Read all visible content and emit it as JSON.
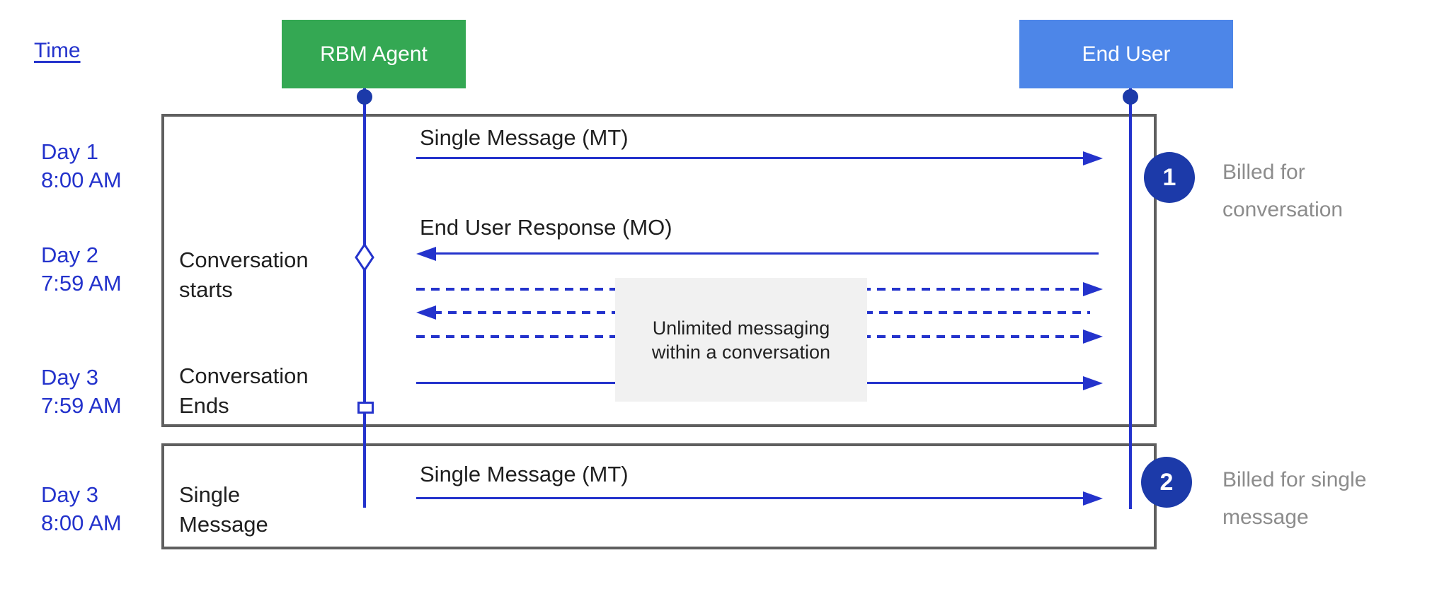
{
  "diagram": {
    "time_axis_label": "Time",
    "actors": [
      {
        "id": "rbm-agent",
        "label": "RBM Agent",
        "color": "#34a853"
      },
      {
        "id": "end-user",
        "label": "End User",
        "color": "#4d86e8"
      }
    ],
    "timeline": [
      {
        "day": "Day 1",
        "time": "8:00 AM"
      },
      {
        "day": "Day 2",
        "time": "7:59 AM"
      },
      {
        "day": "Day 3",
        "time": "7:59 AM"
      },
      {
        "day": "Day 3",
        "time": "8:00 AM"
      }
    ],
    "lifeline_labels": {
      "conversation_starts": {
        "line1": "Conversation",
        "line2": "starts"
      },
      "conversation_ends": {
        "line1": "Conversation",
        "line2": "Ends"
      },
      "single_message": {
        "line1": "Single",
        "line2": "Message"
      }
    },
    "messages": {
      "mt1": {
        "label": "Single Message (MT)",
        "direction": "agent-to-user",
        "style": "solid"
      },
      "mo": {
        "label": "End User Response (MO)",
        "direction": "user-to-agent",
        "style": "solid"
      },
      "unlimited_1": {
        "direction": "agent-to-user",
        "style": "dashed"
      },
      "unlimited_2": {
        "direction": "user-to-agent",
        "style": "dashed"
      },
      "unlimited_3": {
        "direction": "agent-to-user",
        "style": "dashed"
      },
      "final_conversation_mt": {
        "direction": "agent-to-user",
        "style": "solid"
      },
      "mt2": {
        "label": "Single Message (MT)",
        "direction": "agent-to-user",
        "style": "solid"
      }
    },
    "note": {
      "line1": "Unlimited messaging",
      "line2": "within a conversation"
    },
    "annotations": [
      {
        "number": "1",
        "line1": "Billed for",
        "line2": "conversation"
      },
      {
        "number": "2",
        "line1": "Billed for single",
        "line2": "message"
      }
    ],
    "colors": {
      "agent_box": "#34a853",
      "user_box": "#4d86e8",
      "line_blue": "#2433cc",
      "badge_blue": "#1c3aa9",
      "timeline_text": "#2433cc",
      "frame_border": "#5f5f5f",
      "note_background": "#f1f1f1",
      "annotation_text": "#8c8c8c",
      "diagram_text": "#1f1f1f"
    }
  }
}
